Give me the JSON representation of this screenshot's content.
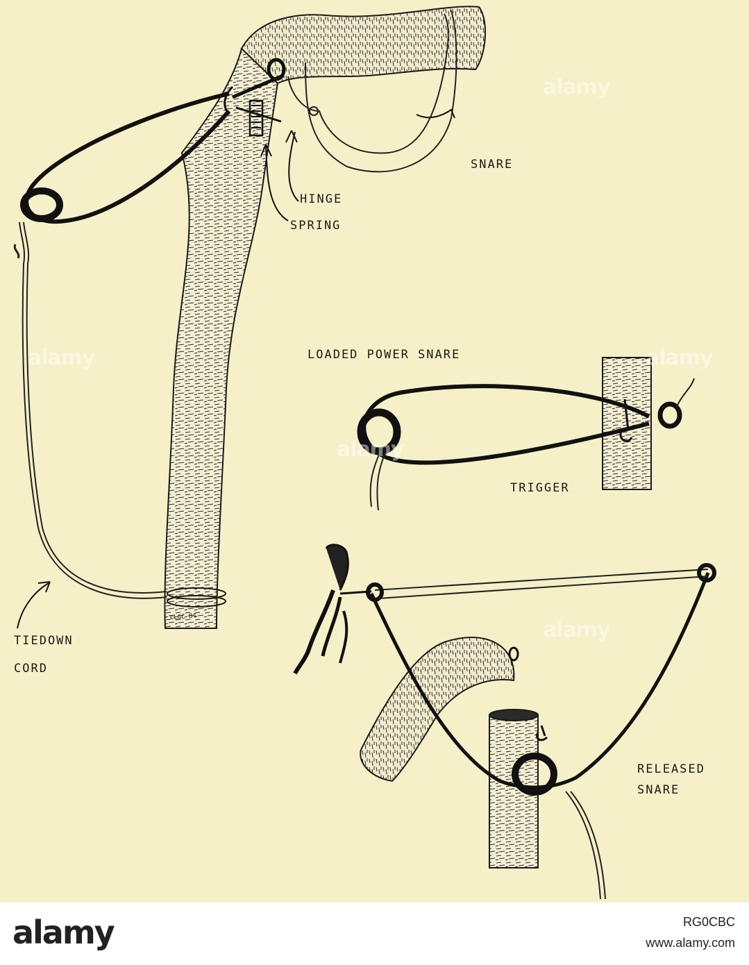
{
  "labels": {
    "snare": "SNARE",
    "hinge": "HINGE",
    "spring": "SPRING",
    "tiedown_line1": "TIEDOWN",
    "tiedown_line2": "CORD",
    "loaded": "LOADED POWER SNARE",
    "trigger": "TRIGGER",
    "released_line1": "RELEASED",
    "released_line2": "SNARE",
    "signature": "©LGC 84"
  },
  "watermark": {
    "brand": "alamy"
  },
  "footer": {
    "logo": "alamy",
    "image_id": "RG0CBC",
    "site": "www.alamy.com"
  }
}
